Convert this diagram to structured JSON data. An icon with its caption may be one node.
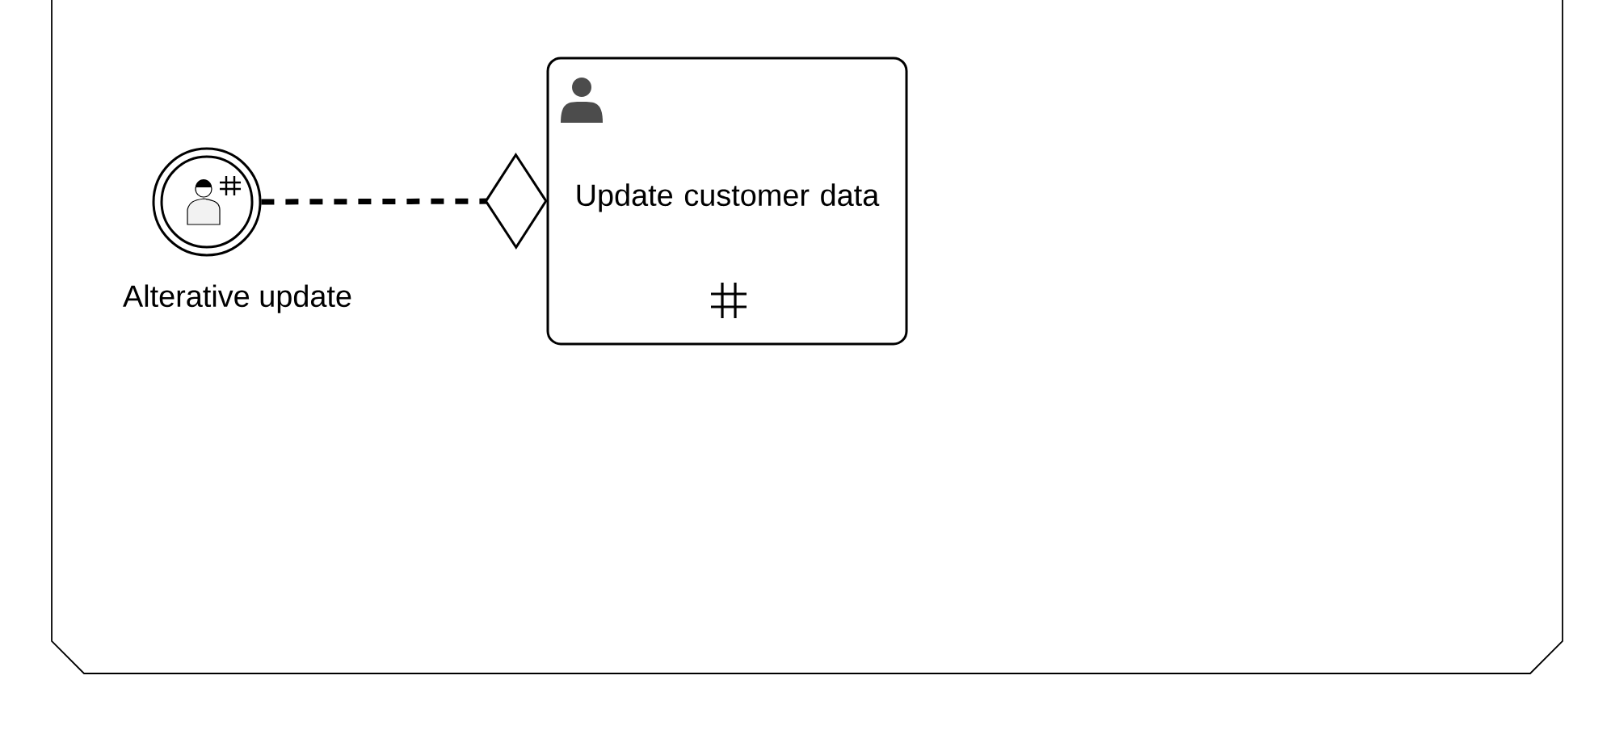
{
  "diagram": {
    "nodes": [
      {
        "text": [],
        "shape": "box"
      },
      {
        "text": [],
        "shape": "circle",
        "beside": [
          "Alterative update"
        ],
        "in": 0
      },
      {
        "text": [
          "Update customer data"
        ],
        "in": 0
      }
    ],
    "edges": [
      {
        "from": 1,
        "to": 2,
        "arrow": "other",
        "style": "dashed"
      }
    ]
  }
}
